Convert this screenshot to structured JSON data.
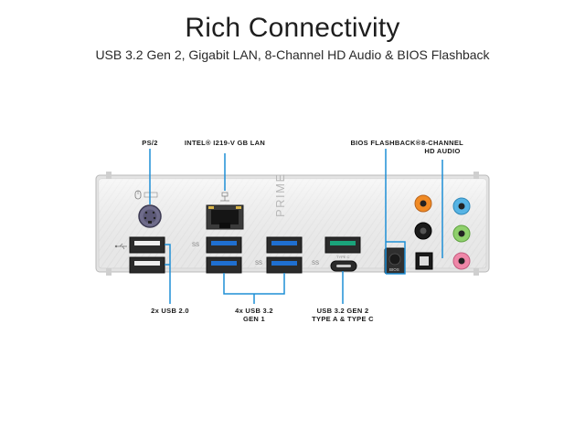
{
  "header": {
    "title": "Rich Connectivity",
    "subtitle": "USB 3.2 Gen 2, Gigabit LAN, 8-Channel HD Audio & BIOS Flashback"
  },
  "callouts": {
    "ps2": "PS/2",
    "lan": "INTEL® I219-V GB LAN",
    "bios_flashback": "BIOS FLASHBACK®",
    "hd_audio_line1": "8-CHANNEL",
    "hd_audio_line2": "HD AUDIO",
    "usb20": "2x USB 2.0",
    "usb32g1_line1": "4x USB 3.2",
    "usb32g1_line2": "GEN 1",
    "usb32g2_line1": "USB 3.2 GEN 2",
    "usb32g2_line2": "TYPE A & TYPE C"
  },
  "panel": {
    "brand": "PRIME",
    "bios_button": "BIOS",
    "ss_mark": "SS",
    "type_c_mark": "TYPE C"
  },
  "colors": {
    "callout_line": "#1e8fd6",
    "usb3_blue": "#1f6fd0",
    "usb_gen2_teal": "#1aa37a",
    "audio_orange": "#f08a24",
    "audio_blue": "#57b4e4",
    "audio_green": "#8fd06c",
    "audio_pink": "#ef87a8",
    "audio_black": "#111111"
  }
}
